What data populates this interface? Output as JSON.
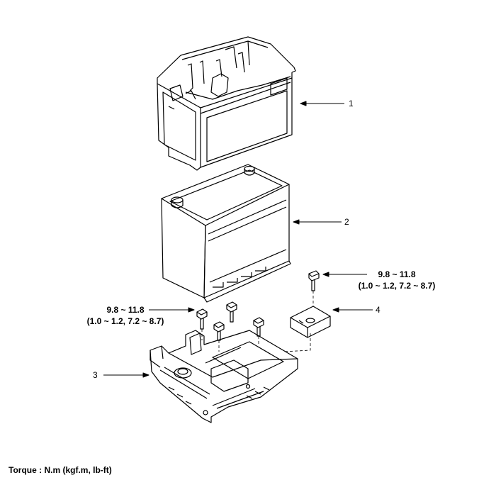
{
  "callouts": {
    "c1": "1",
    "c2": "2",
    "c3": "3",
    "c4": "4"
  },
  "torque_specs": {
    "right_bolt_line1": "9.8 ~ 11.8",
    "right_bolt_line2": "(1.0 ~ 1.2, 7.2 ~ 8.7)",
    "left_bolt_line1": "9.8 ~ 11.8",
    "left_bolt_line2": "(1.0 ~ 1.2, 7.2 ~ 8.7)"
  },
  "footer": {
    "torque_units": "Torque : N.m (kgf.m, lb-ft)"
  }
}
